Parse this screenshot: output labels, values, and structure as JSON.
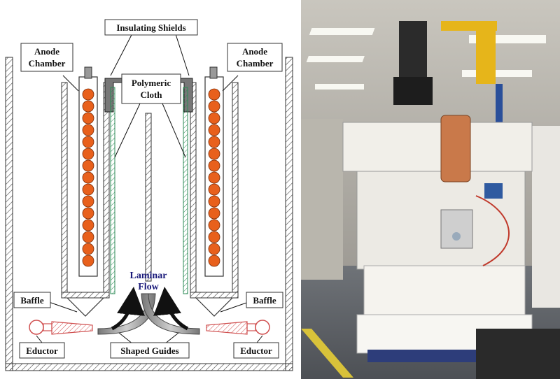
{
  "diagram": {
    "labels": {
      "insulating_shields": "Insulating Shields",
      "anode_chamber_left_1": "Anode",
      "anode_chamber_left_2": "Chamber",
      "anode_chamber_right_1": "Anode",
      "anode_chamber_right_2": "Chamber",
      "polymeric_cloth_1": "Polymeric",
      "polymeric_cloth_2": "Cloth",
      "laminar_flow_1": "Laminar",
      "laminar_flow_2": "Flow",
      "baffle_left": "Baffle",
      "baffle_right": "Baffle",
      "eductor_left": "Eductor",
      "eductor_right": "Eductor",
      "shaped_guides": "Shaped Guides"
    },
    "colors": {
      "anode_ball": "#e8601c",
      "eductor": "#d05050",
      "hatch": "#444444",
      "cloth": "#2e8b57",
      "flow_label": "#1a1a7a"
    }
  },
  "photo": {
    "subject": "electroplating-apparatus-photo"
  }
}
